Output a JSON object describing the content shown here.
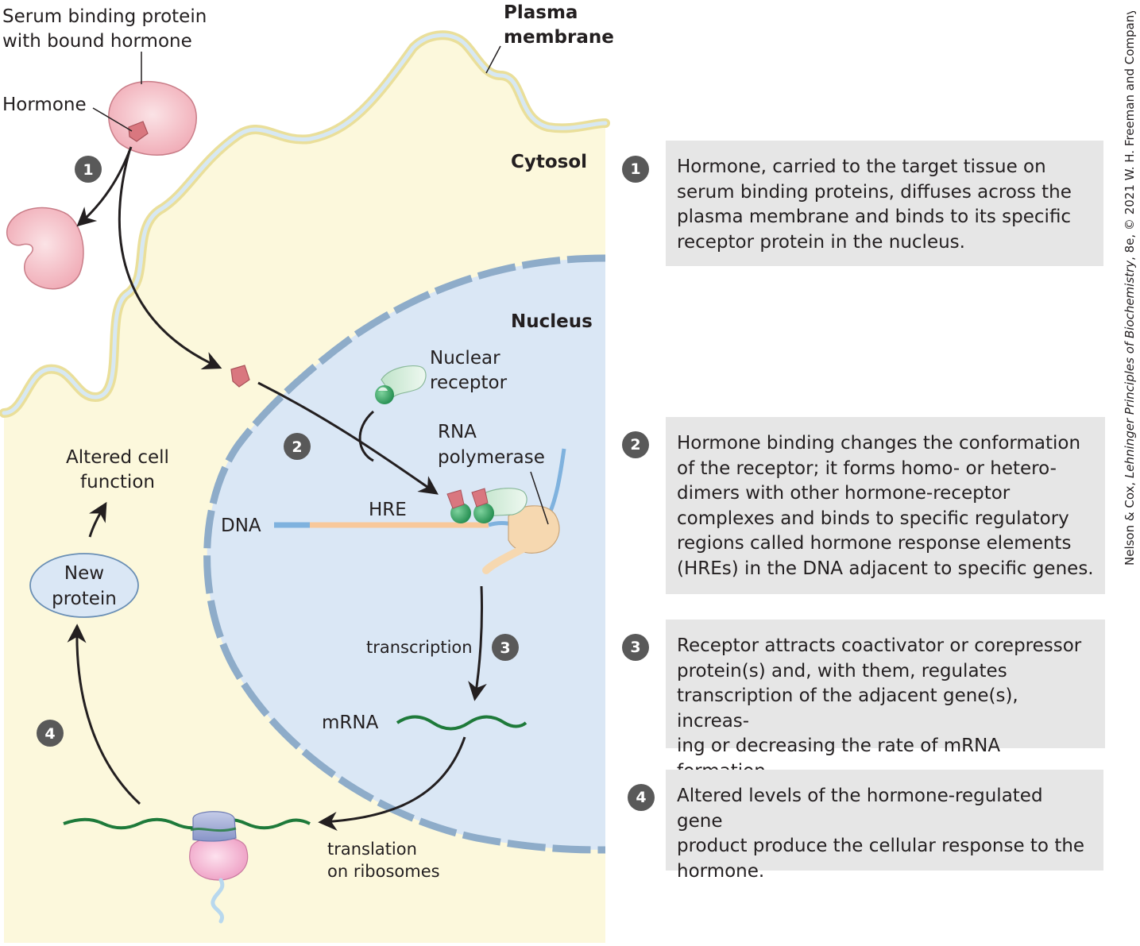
{
  "labels": {
    "serum_binding_protein": [
      "Serum binding protein",
      "with bound hormone"
    ],
    "hormone": "Hormone",
    "plasma_membrane": [
      "Plasma",
      "membrane"
    ],
    "cytosol": "Cytosol",
    "nucleus": "Nucleus",
    "nuclear_receptor": [
      "Nuclear",
      "receptor"
    ],
    "rna_polymerase": [
      "RNA",
      "polymerase"
    ],
    "dna": "DNA",
    "hre": "HRE",
    "altered_cell_function": [
      "Altered cell",
      "function"
    ],
    "new_protein": [
      "New",
      "protein"
    ],
    "transcription": "transcription",
    "mrna": "mRNA",
    "translation": [
      "translation",
      "on ribosomes"
    ]
  },
  "badges": [
    "1",
    "2",
    "3",
    "4"
  ],
  "steps": [
    {
      "number": "1",
      "lines": [
        "Hormone, carried to the target tissue on",
        "serum binding proteins, diffuses across the",
        "plasma membrane and binds to its specific",
        "receptor protein in the nucleus."
      ]
    },
    {
      "number": "2",
      "lines": [
        "Hormone binding changes the conformation",
        "of the receptor; it forms homo- or hetero-",
        "dimers with other hormone-receptor",
        "complexes and binds to specific regulatory",
        "regions called hormone response elements",
        "(HREs) in the DNA adjacent to specific genes."
      ]
    },
    {
      "number": "3",
      "lines": [
        "Receptor attracts coactivator or corepressor",
        "protein(s) and, with them, regulates",
        "transcription of the adjacent gene(s), increas-",
        "ing or decreasing the rate of mRNA formation."
      ]
    },
    {
      "number": "4",
      "lines": [
        "Altered levels of the hormone-regulated gene",
        "product produce the cellular response to the",
        "hormone."
      ]
    }
  ],
  "credit": {
    "prefix": "Nelson & Cox, ",
    "title": "Lehninger Principles of Biochemistry",
    "suffix": ", 8e, © 2021 W. H. Freeman and Company"
  },
  "colors": {
    "cytosol": "#fcf8dc",
    "nucleus": "#dae7f5",
    "membrane_outer": "#f2e9a6",
    "membrane_inner": "#cfe3f1",
    "nuclear_envelope": "#8eacc9",
    "serum_protein": "#f2b3bd",
    "hormone": "#d9777f",
    "receptor": "#34a063",
    "dna": "#7fb2de",
    "hre": "#f8c89a",
    "mrna": "#1e7a3a",
    "step_box": "#e6e6e6",
    "badge": "#595959"
  },
  "icons": [
    "serum-protein-icon",
    "hormone-icon",
    "nuclear-receptor-icon",
    "rna-polymerase-icon",
    "ribosome-icon"
  ]
}
